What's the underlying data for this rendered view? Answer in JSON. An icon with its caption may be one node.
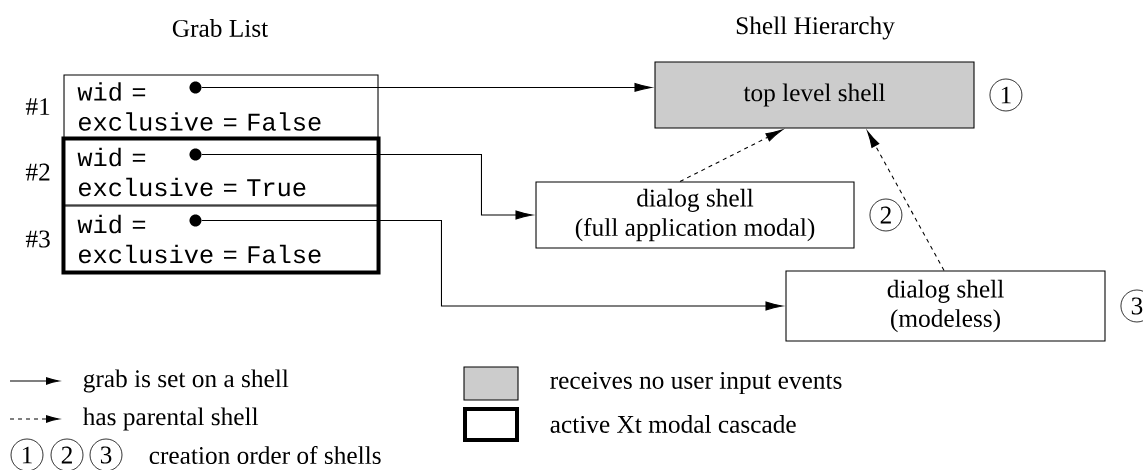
{
  "diagram": {
    "nodes": [
      {
        "text": [
          "wid =",
          "exclusive = False"
        ],
        "beside": [
          "#1"
        ]
      },
      {
        "text": [],
        "shape": "circle",
        "in": 0
      },
      {
        "text": [],
        "shape": "box"
      },
      {
        "text": [
          "wid =",
          "exclusive = True"
        ],
        "beside": [
          "#2"
        ],
        "in": 2
      },
      {
        "text": [],
        "shape": "circle",
        "in": 3
      },
      {
        "text": [
          "wid =",
          "exclusive = False"
        ],
        "beside": [
          "#3"
        ],
        "in": 2
      },
      {
        "text": [],
        "shape": "circle",
        "in": 5
      },
      {
        "text": [
          "top level shell"
        ],
        "beside": [
          "1"
        ]
      },
      {
        "text": [
          "dialog shell",
          "(full application modal)"
        ],
        "beside": [
          "2"
        ]
      },
      {
        "text": [
          "dialog shell",
          "(modeless)"
        ],
        "beside": [
          "3"
        ]
      }
    ],
    "edges": [
      {
        "from": 1,
        "to": 7,
        "arrow": "to"
      },
      {
        "from": 4,
        "to": 8,
        "arrow": "to"
      },
      {
        "from": 6,
        "to": 9,
        "arrow": "to"
      },
      {
        "from": 8,
        "to": 7,
        "arrow": "to",
        "style": "dashed"
      },
      {
        "from": 9,
        "to": 7,
        "arrow": "to",
        "style": "dashed"
      }
    ],
    "labels": [
      "Grab List",
      "Shell Hierarchy",
      "1",
      "2",
      "3"
    ],
    "legend": [
      {
        "text": "grab is set on a shell"
      },
      {
        "text": "has parental shell"
      },
      {
        "text": "creation order of shells"
      },
      {
        "text": "receives no user input events",
        "color": "#cccccc"
      },
      {
        "text": "active Xt modal cascade"
      }
    ]
  }
}
